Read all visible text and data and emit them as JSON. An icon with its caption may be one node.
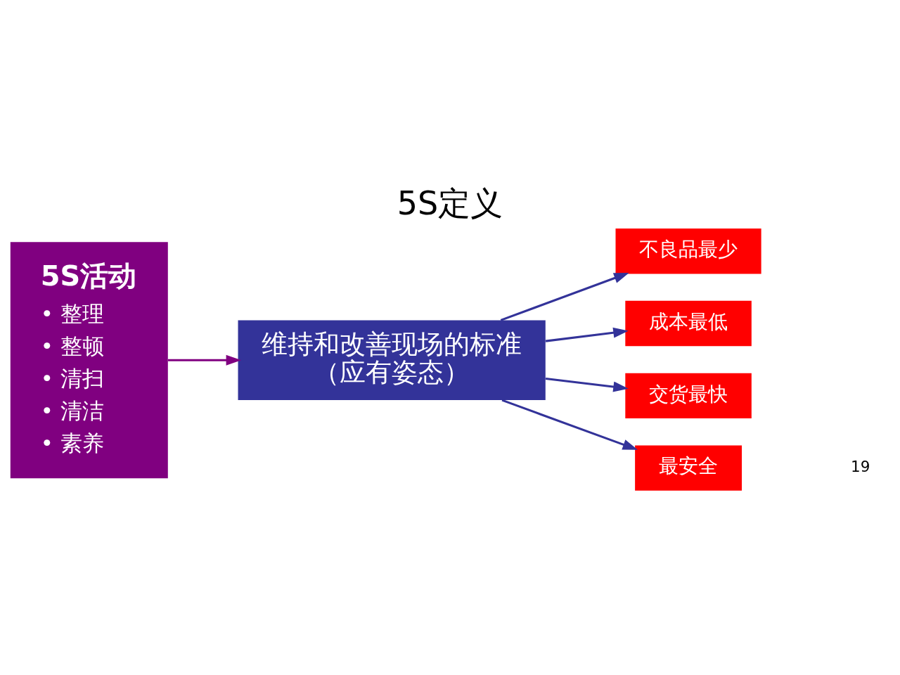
{
  "diagram": {
    "title": "5S定义",
    "nodes": [
      {
        "text": [
          "5S活动",
          "• 整理",
          "• 整顿",
          "• 清扫",
          "• 清洁",
          "• 素养"
        ]
      },
      {
        "text": [
          "维持和改善现场的标准",
          "（应有姿态）"
        ]
      },
      {
        "text": [
          "不良品最少"
        ]
      },
      {
        "text": [
          "成本最低"
        ]
      },
      {
        "text": [
          "交货最快"
        ]
      },
      {
        "text": [
          "最安全"
        ]
      }
    ],
    "edges": [
      {
        "from": 0,
        "to": 1,
        "arrow": "to",
        "color": "#800080"
      },
      {
        "from": 1,
        "to": 2,
        "arrow": "to"
      },
      {
        "from": 1,
        "to": 3,
        "arrow": "to"
      },
      {
        "from": 1,
        "to": 4,
        "arrow": "to"
      },
      {
        "from": 1,
        "to": 5,
        "arrow": "to"
      }
    ],
    "labels": [
      "19"
    ]
  }
}
